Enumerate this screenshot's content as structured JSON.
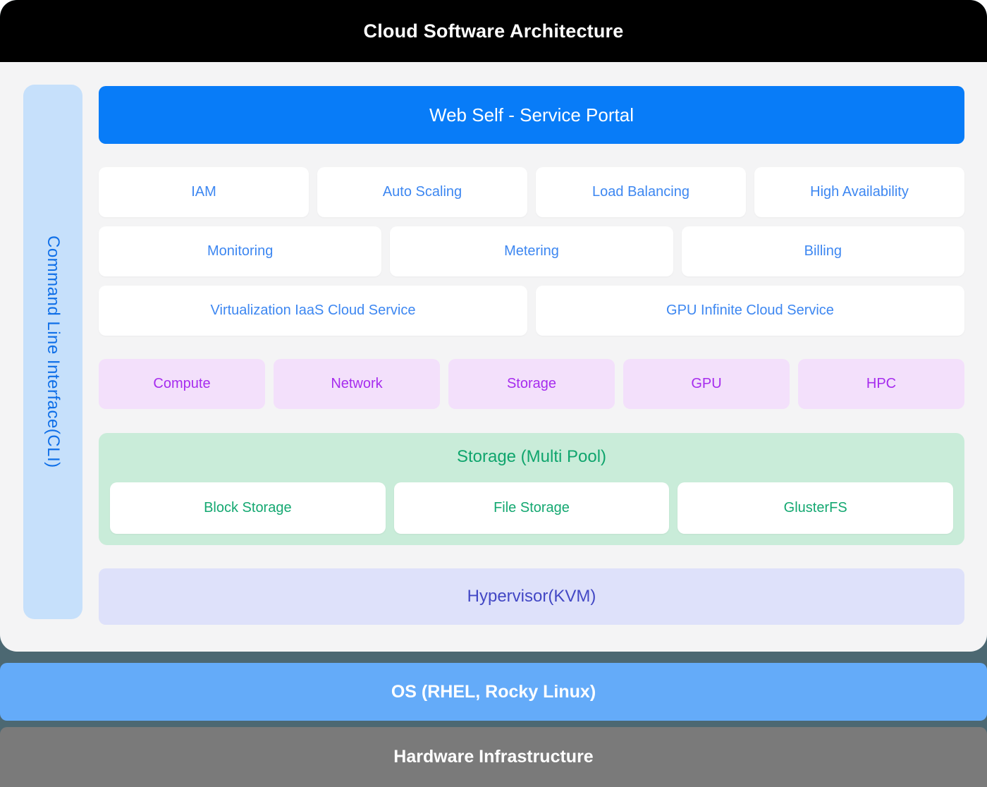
{
  "header": {
    "title": "Cloud Software Architecture"
  },
  "sidebar": {
    "cli_label": "Command Line Interface(CLI)"
  },
  "portal": {
    "label": "Web Self - Service Portal"
  },
  "service_rows": [
    {
      "items": [
        "IAM",
        "Auto Scaling",
        "Load Balancing",
        "High Availability"
      ]
    },
    {
      "items": [
        "Monitoring",
        "Metering",
        "Billing"
      ]
    },
    {
      "items": [
        "Virtualization IaaS Cloud Service",
        "GPU Infinite Cloud Service"
      ]
    }
  ],
  "resources": {
    "items": [
      "Compute",
      "Network",
      "Storage",
      "GPU",
      "HPC"
    ]
  },
  "storage_pool": {
    "title": "Storage (Multi Pool)",
    "items": [
      "Block Storage",
      "File Storage",
      "GlusterFS"
    ]
  },
  "hypervisor": {
    "label": "Hypervisor(KVM)"
  },
  "os": {
    "label": "OS (RHEL, Rocky Linux)"
  },
  "hardware": {
    "label": "Hardware Infrastructure"
  },
  "colors": {
    "header_bg": "#000000",
    "frame_bg": "#4c6872",
    "main_bg": "#f4f4f5",
    "cli_rail_bg": "#c6e0fb",
    "cli_text": "#0f6fe8",
    "portal_bg": "#087cf8",
    "service_text": "#3d87f1",
    "resource_bg": "#f3e0fb",
    "resource_text": "#a62cee",
    "storage_bg": "#c9ecd9",
    "storage_text": "#0fa56d",
    "hypervisor_bg": "#dee1fa",
    "hypervisor_text": "#4348c5",
    "os_bg": "#64abf9",
    "hardware_bg": "#7a7a7a"
  }
}
